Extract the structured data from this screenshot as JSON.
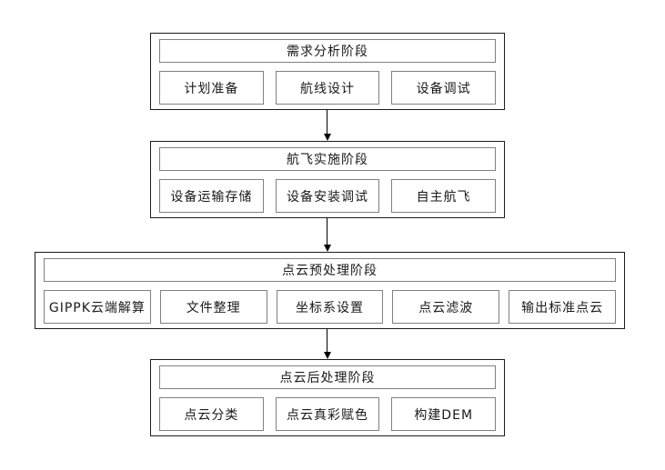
{
  "diagram": {
    "type": "flowchart",
    "direction": "top-down",
    "stages": [
      {
        "title": "需求分析阶段",
        "steps": [
          "计划准备",
          "航线设计",
          "设备调试"
        ]
      },
      {
        "title": "航飞实施阶段",
        "steps": [
          "设备运输存储",
          "设备安装调试",
          "自主航飞"
        ]
      },
      {
        "title": "点云预处理阶段",
        "steps": [
          "GIPPK云端解算",
          "文件整理",
          "坐标系设置",
          "点云滤波",
          "输出标准点云"
        ]
      },
      {
        "title": "点云后处理阶段",
        "steps": [
          "点云分类",
          "点云真彩赋色",
          "构建DEM"
        ]
      }
    ],
    "connectors": [
      {
        "from": "需求分析阶段",
        "to": "航飞实施阶段",
        "style": "arrow-down"
      },
      {
        "from": "航飞实施阶段",
        "to": "点云预处理阶段",
        "style": "arrow-down"
      },
      {
        "from": "点云预处理阶段",
        "to": "点云后处理阶段",
        "style": "arrow-down"
      }
    ],
    "colors": {
      "outer_border": "#1c1c1c",
      "inner_border": "#808080",
      "arrow": "#000000",
      "text": "#1a1a1a",
      "background": "#ffffff"
    }
  }
}
